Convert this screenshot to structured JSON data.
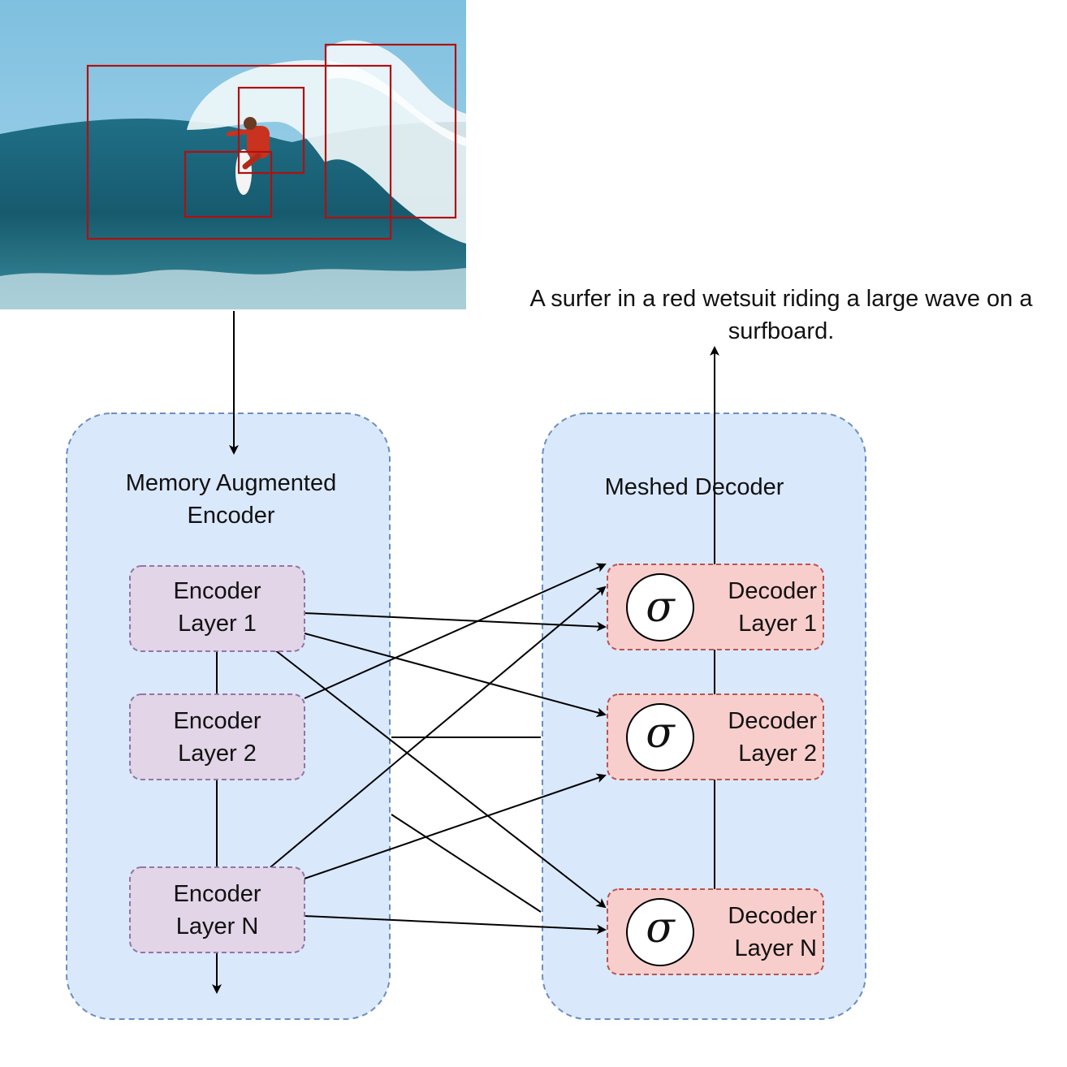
{
  "caption": {
    "line1": "A surfer in a red wetsuit riding a large wave on a",
    "line2": "surfboard."
  },
  "encoder": {
    "title_line1": "Memory Augmented",
    "title_line2": "Encoder",
    "layers": [
      {
        "line1": "Encoder",
        "line2": "Layer 1"
      },
      {
        "line1": "Encoder",
        "line2": "Layer 2"
      },
      {
        "line1": "Encoder",
        "line2": "Layer N"
      }
    ]
  },
  "decoder": {
    "title": "Meshed Decoder",
    "gate_symbol": "σ",
    "layers": [
      {
        "line1": "Decoder",
        "line2": "Layer 1"
      },
      {
        "line1": "Decoder",
        "line2": "Layer 2"
      },
      {
        "line1": "Decoder",
        "line2": "Layer N"
      }
    ]
  },
  "colors": {
    "panel_fill": "#dae8fc",
    "panel_stroke": "#6c8ebf",
    "encoder_fill": "#e1d5e7",
    "encoder_stroke": "#9673a6",
    "decoder_fill": "#f8cecc",
    "decoder_stroke": "#b85450",
    "box_red": "#b01010"
  }
}
